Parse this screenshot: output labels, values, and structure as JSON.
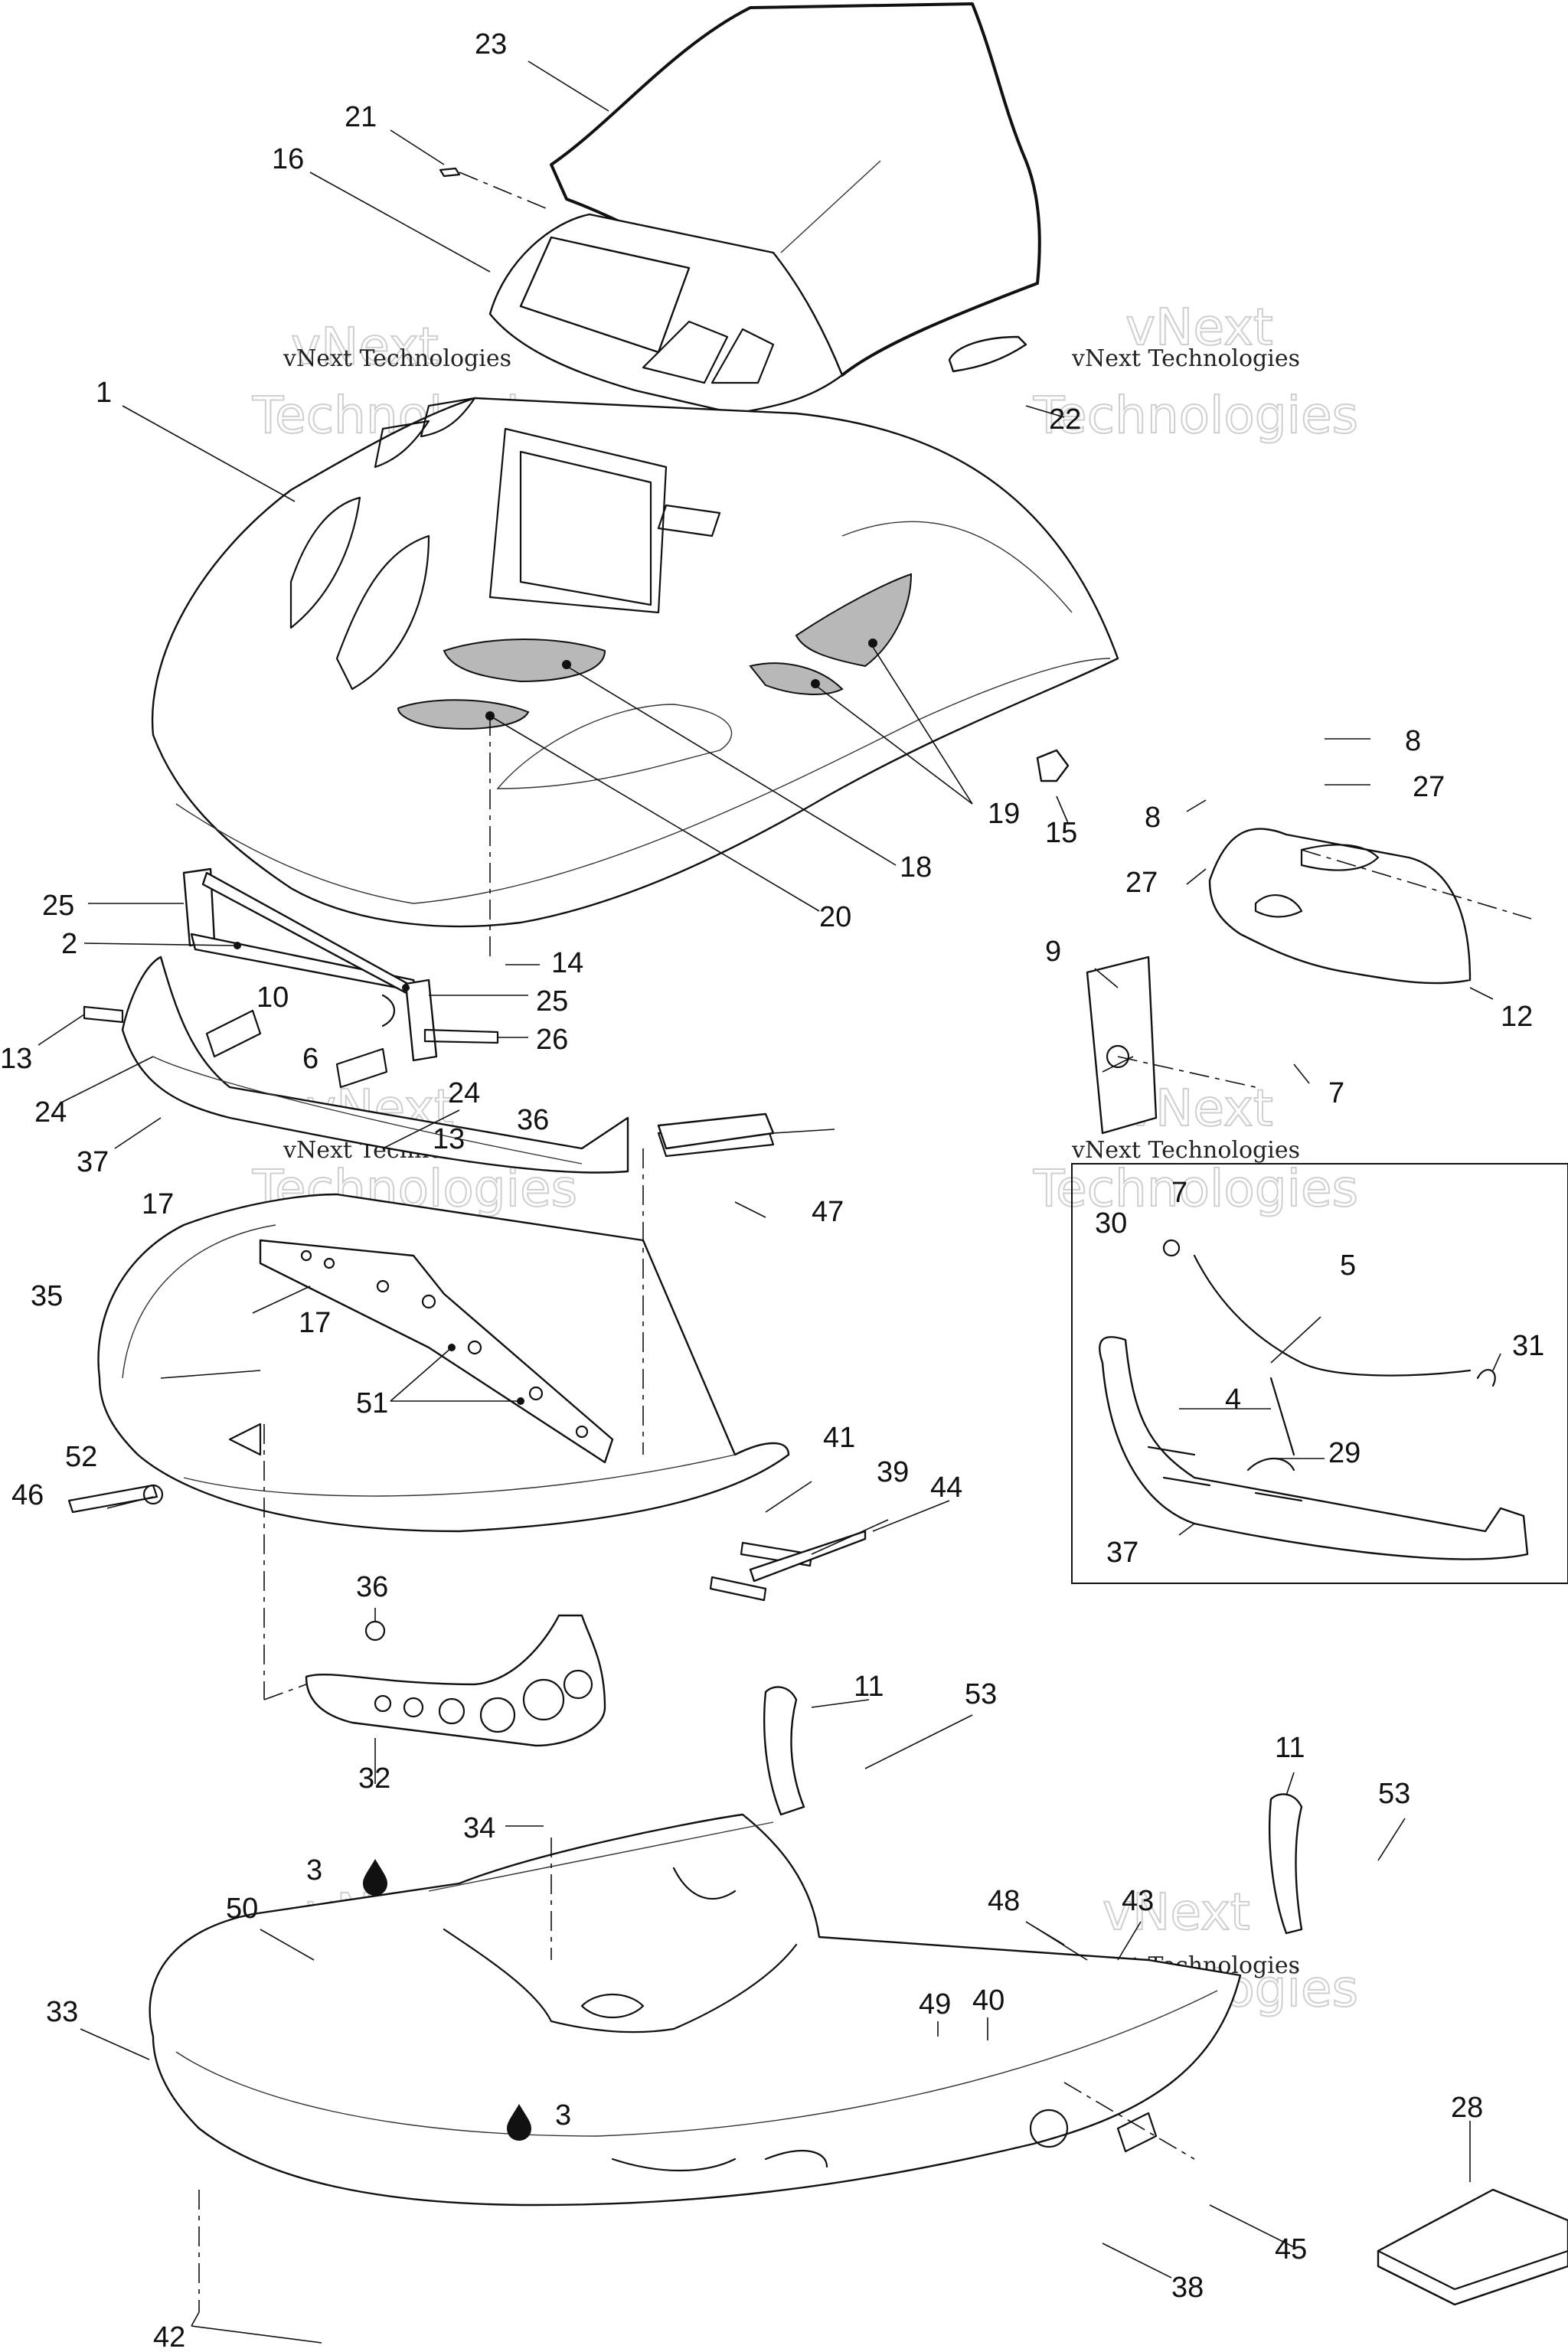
{
  "watermark": {
    "line1": "vNext",
    "line2": "vNext Technologies",
    "line3": "Technologies"
  },
  "callouts": [
    {
      "id": "c23a",
      "label": "23"
    },
    {
      "id": "c21",
      "label": "21"
    },
    {
      "id": "c16",
      "label": "16"
    },
    {
      "id": "c1",
      "label": "1"
    },
    {
      "id": "c22",
      "label": "22"
    },
    {
      "id": "c19",
      "label": "19"
    },
    {
      "id": "c15",
      "label": "15"
    },
    {
      "id": "c18",
      "label": "18"
    },
    {
      "id": "c20",
      "label": "20"
    },
    {
      "id": "c8a",
      "label": "8"
    },
    {
      "id": "c8b",
      "label": "8"
    },
    {
      "id": "c27a",
      "label": "27"
    },
    {
      "id": "c27b",
      "label": "27"
    },
    {
      "id": "c25a",
      "label": "25"
    },
    {
      "id": "c2",
      "label": "2"
    },
    {
      "id": "c14",
      "label": "14"
    },
    {
      "id": "c10",
      "label": "10"
    },
    {
      "id": "c25b",
      "label": "25"
    },
    {
      "id": "c26",
      "label": "26"
    },
    {
      "id": "c13a",
      "label": "13"
    },
    {
      "id": "c9",
      "label": "9"
    },
    {
      "id": "c12",
      "label": "12"
    },
    {
      "id": "c6",
      "label": "6"
    },
    {
      "id": "c24a",
      "label": "24"
    },
    {
      "id": "c24b",
      "label": "24"
    },
    {
      "id": "c7a",
      "label": "7"
    },
    {
      "id": "c37a",
      "label": "37"
    },
    {
      "id": "c13b",
      "label": "13"
    },
    {
      "id": "c36a",
      "label": "36"
    },
    {
      "id": "c17a",
      "label": "17"
    },
    {
      "id": "c47",
      "label": "47"
    },
    {
      "id": "c7b",
      "label": "7"
    },
    {
      "id": "c30",
      "label": "30"
    },
    {
      "id": "c5",
      "label": "5"
    },
    {
      "id": "c35",
      "label": "35"
    },
    {
      "id": "c17b",
      "label": "17"
    },
    {
      "id": "c31",
      "label": "31"
    },
    {
      "id": "c51",
      "label": "51"
    },
    {
      "id": "c4",
      "label": "4"
    },
    {
      "id": "c29",
      "label": "29"
    },
    {
      "id": "c41",
      "label": "41"
    },
    {
      "id": "c52",
      "label": "52"
    },
    {
      "id": "c39",
      "label": "39"
    },
    {
      "id": "c44",
      "label": "44"
    },
    {
      "id": "c46",
      "label": "46"
    },
    {
      "id": "c37b",
      "label": "37"
    },
    {
      "id": "c36b",
      "label": "36"
    },
    {
      "id": "c11a",
      "label": "11"
    },
    {
      "id": "c53a",
      "label": "53"
    },
    {
      "id": "c32",
      "label": "32"
    },
    {
      "id": "c11b",
      "label": "11"
    },
    {
      "id": "c34",
      "label": "34"
    },
    {
      "id": "c53b",
      "label": "53"
    },
    {
      "id": "c3a",
      "label": "3"
    },
    {
      "id": "c48",
      "label": "48"
    },
    {
      "id": "c43",
      "label": "43"
    },
    {
      "id": "c50",
      "label": "50"
    },
    {
      "id": "c49",
      "label": "49"
    },
    {
      "id": "c40",
      "label": "40"
    },
    {
      "id": "c33",
      "label": "33"
    },
    {
      "id": "c28",
      "label": "28"
    },
    {
      "id": "c3b",
      "label": "3"
    },
    {
      "id": "c45",
      "label": "45"
    },
    {
      "id": "c38",
      "label": "38"
    },
    {
      "id": "c42",
      "label": "42"
    }
  ]
}
